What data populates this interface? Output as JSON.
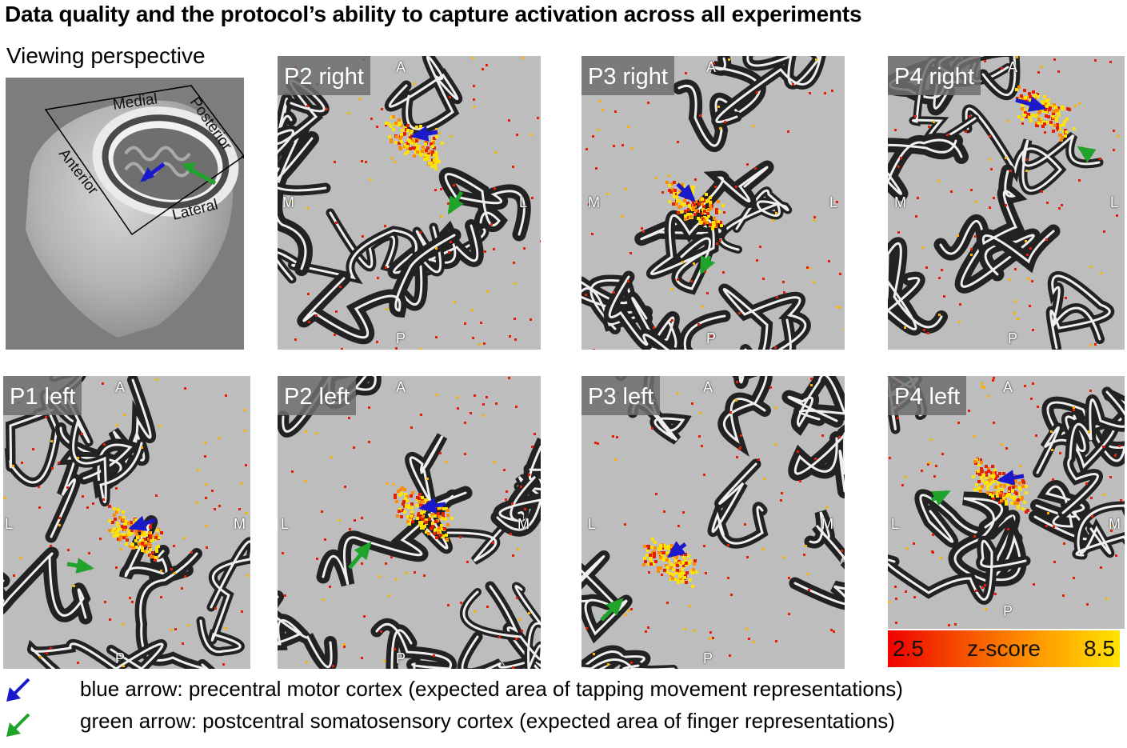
{
  "title": "Data quality and the protocol’s ability to capture activation across all experiments",
  "viewing": {
    "title": "Viewing perspective",
    "labels": {
      "medial": "Medial",
      "posterior": "Posterior",
      "anterior": "Anterior",
      "lateral": "Lateral"
    }
  },
  "panels": [
    {
      "label": "P2 right",
      "top": "A",
      "bottom": "P",
      "left": "M",
      "right": "L"
    },
    {
      "label": "P3 right",
      "top": "A",
      "bottom": "P",
      "left": "M",
      "right": "L"
    },
    {
      "label": "P4 right",
      "top": "A",
      "bottom": "P",
      "left": "M",
      "right": "L"
    },
    {
      "label": "P1 left",
      "top": "A",
      "bottom": "P",
      "left": "L",
      "right": "M"
    },
    {
      "label": "P2 left",
      "top": "A",
      "bottom": "P",
      "left": "L",
      "right": "M"
    },
    {
      "label": "P3 left",
      "top": "A",
      "bottom": "P",
      "left": "L",
      "right": "M"
    },
    {
      "label": "P4 left",
      "top": "A",
      "bottom": "P",
      "left": "L",
      "right": "M"
    }
  ],
  "colorbar": {
    "min": "2.5",
    "label": "z-score",
    "max": "8.5"
  },
  "legend": {
    "blue": "blue arrow: precentral motor cortex (expected area of tapping movement representations)",
    "green": "green arrow: postcentral somatosensory cortex (expected area of finger representations)"
  },
  "colors": {
    "blue_arrow": "#1a1acc",
    "green_arrow": "#1fa32a",
    "activation_low": "#f00000",
    "activation_high": "#ffe300"
  }
}
